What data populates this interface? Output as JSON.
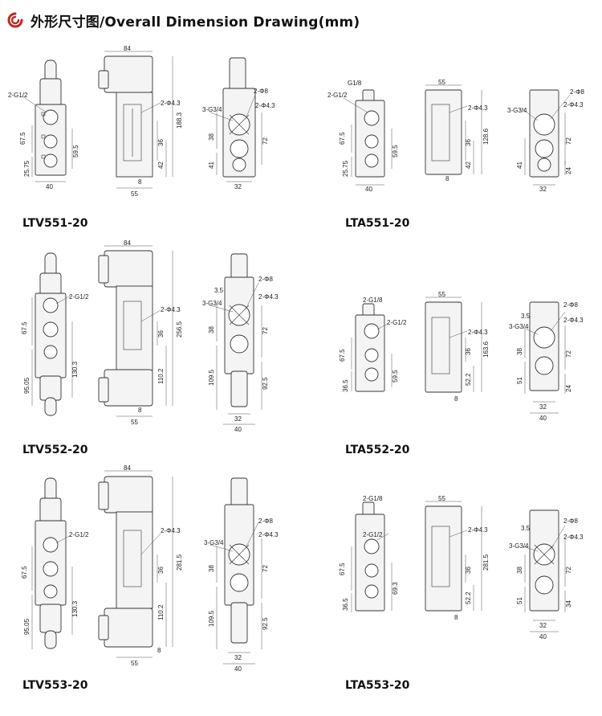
{
  "header": {
    "logo_icon": "red-spiral-logo-icon",
    "title": "外形尺寸图/Overall Dimension Drawing(mm)",
    "accent_color": "#c0281e"
  },
  "models": [
    {
      "name": "LTV551-20",
      "front": {
        "d1": "2-G1/2",
        "d2": "67.5",
        "d3": "59.5",
        "d4": "25.75",
        "d5": "40"
      },
      "side": {
        "d1": "84",
        "d2": "2-Φ4.3",
        "d3": "188.3",
        "d4": "36",
        "d5": "42",
        "d6": "8",
        "d7": "55"
      },
      "end": {
        "d1": "3-G3/4",
        "d2": "2-Φ8",
        "d3": "2-Φ4.3",
        "d4": "38",
        "d5": "72",
        "d6": "41",
        "d7": "32"
      }
    },
    {
      "name": "LTA551-20",
      "front": {
        "d0": "G1/8",
        "d1": "2-G1/2",
        "d2": "67.5",
        "d3": "59.5",
        "d4": "25.75",
        "d5": "40"
      },
      "side": {
        "d1": "55",
        "d2": "2-Φ4.3",
        "d3": "128.6",
        "d4": "36",
        "d5": "42",
        "d6": "8"
      },
      "end": {
        "d1": "3-G3/4",
        "d2": "2-Φ8",
        "d3": "2-Φ4.3",
        "d4": "72",
        "d5": "41",
        "d6": "24",
        "d7": "32"
      }
    },
    {
      "name": "LTV552-20",
      "front": {
        "d1": "2-G1/2",
        "d2": "67.5",
        "d3": "130.3",
        "d4": "95.05"
      },
      "side": {
        "d1": "84",
        "d2": "2-Φ4.3",
        "d3": "256.5",
        "d4": "36",
        "d5": "110.2",
        "d6": "8",
        "d7": "55"
      },
      "end": {
        "d0": "3.5",
        "d1": "2-Φ8",
        "d2": "3-G3/4",
        "d3": "2-Φ4.3",
        "d4": "38",
        "d5": "72",
        "d6": "109.5",
        "d7": "92.5",
        "d8": "32",
        "d9": "40"
      }
    },
    {
      "name": "LTA552-20",
      "front": {
        "d0": "2-G1/8",
        "d1": "2-G1/2",
        "d2": "67.5",
        "d3": "59.5",
        "d4": "36.5"
      },
      "side": {
        "d1": "55",
        "d2": "2-Φ4.3",
        "d3": "163.6",
        "d4": "36",
        "d5": "52.2",
        "d6": "8"
      },
      "end": {
        "d0": "3.5",
        "d1": "2-Φ8",
        "d2": "3-G3/4",
        "d3": "2-Φ4.3",
        "d4": "38",
        "d5": "72",
        "d6": "51",
        "d7": "24",
        "d8": "32",
        "d9": "40"
      }
    },
    {
      "name": "LTV553-20",
      "front": {
        "d1": "2-G1/2",
        "d2": "67.5",
        "d3": "130.3",
        "d4": "95.05"
      },
      "side": {
        "d1": "84",
        "d2": "2-Φ4.3",
        "d3": "281.5",
        "d4": "36",
        "d5": "110.2",
        "d6": "8",
        "d7": "55"
      },
      "end": {
        "d1": "2-Φ8",
        "d2": "3-G3/4",
        "d3": "2-Φ4.3",
        "d4": "38",
        "d5": "72",
        "d6": "109.5",
        "d7": "92.5",
        "d8": "32",
        "d9": "40"
      }
    },
    {
      "name": "LTA553-20",
      "front": {
        "d0": "2-G1/8",
        "d1": "2-G1/2",
        "d2": "67.5",
        "d3": "69.3",
        "d4": "36.5"
      },
      "side": {
        "d1": "55",
        "d2": "2-Φ4.3",
        "d3": "281.5",
        "d4": "36",
        "d5": "52.2",
        "d6": "8"
      },
      "end": {
        "d0": "3.5",
        "d1": "2-Φ8",
        "d2": "3-G3/4",
        "d3": "2-Φ4.3",
        "d4": "38",
        "d5": "72",
        "d6": "51",
        "d7": "34",
        "d8": "32",
        "d9": "40"
      }
    }
  ]
}
